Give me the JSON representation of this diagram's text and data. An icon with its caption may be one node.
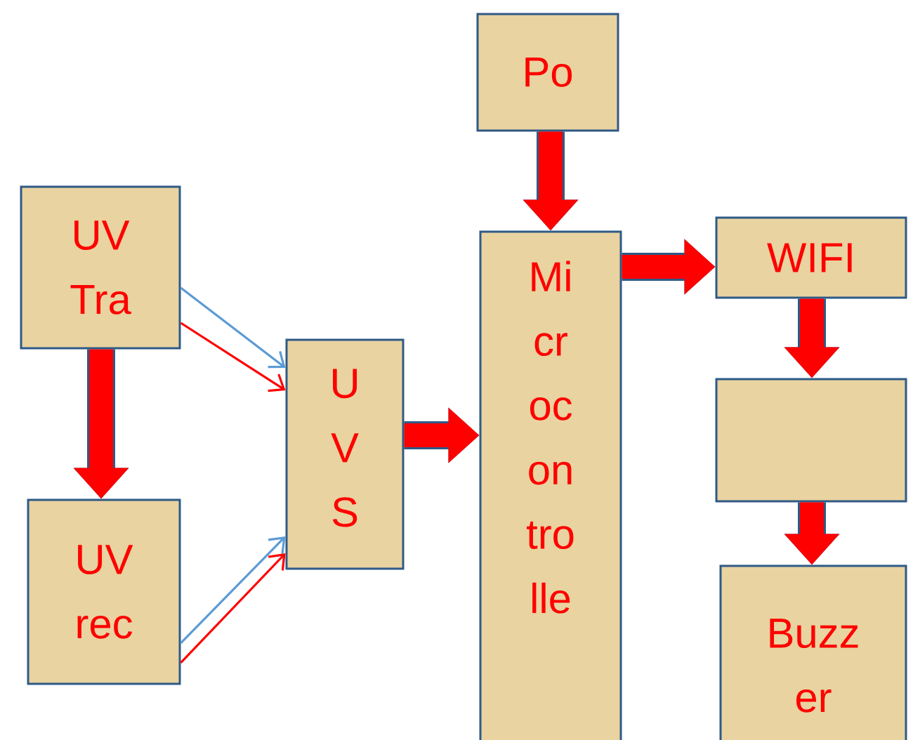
{
  "diagram": {
    "nodes": [
      {
        "text": [
          "UV Tra"
        ]
      },
      {
        "text": [
          "UV rec"
        ]
      },
      {
        "text": [
          "U V S"
        ]
      },
      {
        "text": [
          "Po"
        ]
      },
      {
        "text": [
          "Mi cr oc on tro lle"
        ]
      },
      {
        "text": [
          "WIFI"
        ]
      },
      {
        "text": [],
        "shape": "box"
      },
      {
        "text": [
          "Buzz er"
        ]
      }
    ],
    "edges": [
      {
        "from": 0,
        "to": 2,
        "arrow": "to",
        "color": "#5b9bd5"
      },
      {
        "from": 0,
        "to": 2,
        "arrow": "to",
        "color": "#ff0000"
      },
      {
        "from": 1,
        "to": 2,
        "arrow": "to",
        "color": "#5b9bd5"
      },
      {
        "from": 1,
        "to": 2,
        "arrow": "to",
        "color": "#ff0000"
      },
      {
        "from": 0,
        "to": 1,
        "arrow": "to"
      },
      {
        "from": 2,
        "to": 4,
        "arrow": "to"
      },
      {
        "from": 3,
        "to": 4,
        "arrow": "to"
      },
      {
        "from": 4,
        "to": 5,
        "arrow": "to"
      },
      {
        "from": 5,
        "to": 6,
        "arrow": "to"
      },
      {
        "from": 6,
        "to": 7,
        "arrow": "to"
      }
    ]
  }
}
